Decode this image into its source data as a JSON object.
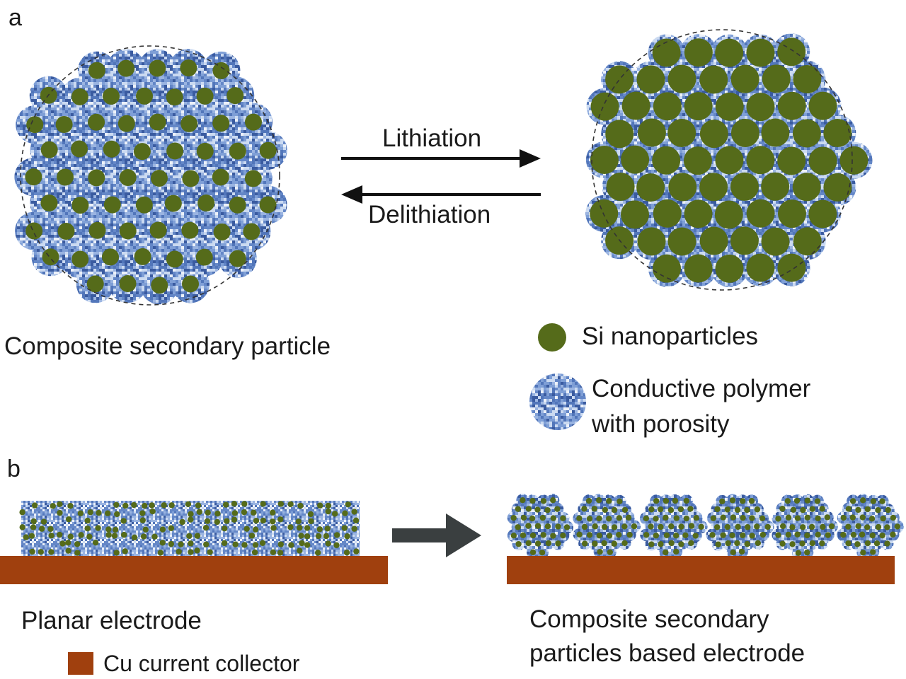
{
  "panel_a": {
    "label": "a",
    "left_caption": "Composite secondary particle",
    "process": {
      "forward_label": "Lithiation",
      "reverse_label": "Delithiation"
    },
    "legend": {
      "si_label": "Si nanoparticles",
      "polymer_label_line1": "Conductive polymer",
      "polymer_label_line2": "with porosity"
    }
  },
  "panel_b": {
    "label": "b",
    "left_caption": "Planar electrode",
    "right_caption_line1": "Composite secondary",
    "right_caption_line2": "particles based  electrode",
    "cu_legend_label": "Cu current collector"
  },
  "colors": {
    "si": "#556b1a",
    "polymer_base": "#7f9fd6",
    "polymer_dark": "#2e4f96",
    "polymer_light": "#d8e4f6",
    "copper": "#a0400e",
    "process_arrow": "#111111",
    "transition_arrow": "#3a3f40",
    "dashed_circle": "#333333"
  }
}
